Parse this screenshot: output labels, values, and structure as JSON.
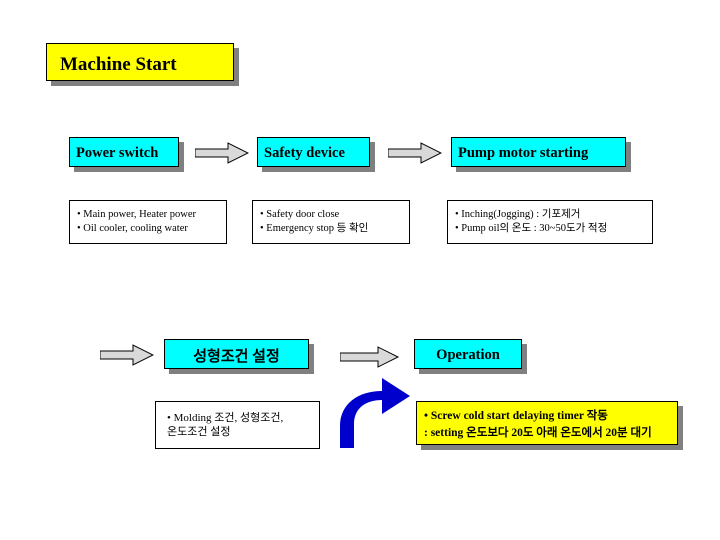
{
  "diagram": {
    "title": {
      "label": "Machine Start"
    },
    "stages": [
      {
        "header": "Power switch",
        "details": [
          "• Main power, Heater power",
          "• Oil cooler, cooling water"
        ]
      },
      {
        "header": "Safety device",
        "details": [
          "• Safety door close",
          "• Emergency stop 등 확인"
        ]
      },
      {
        "header": "Pump motor starting",
        "details": [
          "• Inching(Jogging) : 기포제거",
          "• Pump oil의 온도 : 30~50도가 적정"
        ]
      },
      {
        "header": "성형조건 설정",
        "details": [
          "• Molding 조건, 성형조건,",
          "  온도조건 설정"
        ]
      },
      {
        "header": "Operation",
        "details": [
          "• Screw cold start delaying timer 작동",
          ": setting 온도보다 20도 아래 온도에서 20분 대기"
        ]
      }
    ],
    "arrows": [
      {
        "name": "arrow-power-to-safety",
        "direction": "right"
      },
      {
        "name": "arrow-safety-to-pump",
        "direction": "right"
      },
      {
        "name": "arrow-into-molding",
        "direction": "right"
      },
      {
        "name": "arrow-molding-to-operation",
        "direction": "right"
      },
      {
        "name": "arrow-up-to-operation",
        "direction": "up-curved"
      }
    ],
    "colors": {
      "title_fill": "#ffff00",
      "header_fill": "#00ffff",
      "detail_fill": "#ffffff",
      "highlight_fill": "#ffff00",
      "arrow_fill": "#d9d9d9",
      "arrow_curved_fill": "#0000cc",
      "shadow": "#808080",
      "outline": "#000000"
    }
  }
}
